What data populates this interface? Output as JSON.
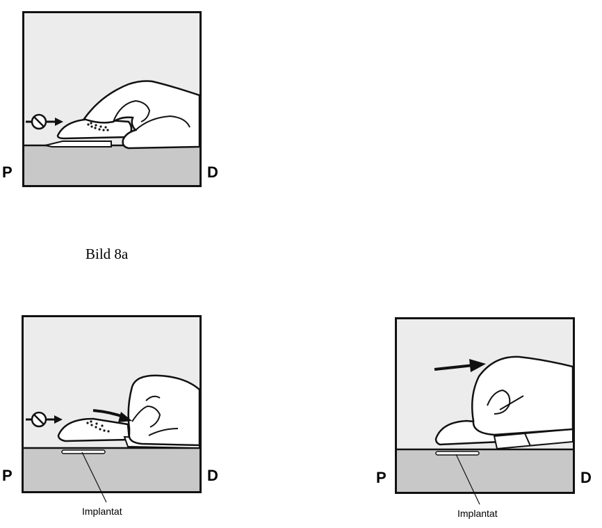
{
  "figures": [
    {
      "caption": "Bild 8a",
      "left_marker": "P",
      "right_marker": "D"
    },
    {
      "left_marker": "P",
      "right_marker": "D",
      "implant_label": "Implantat"
    },
    {
      "left_marker": "P",
      "right_marker": "D",
      "implant_label": "Implantat"
    }
  ],
  "colors": {
    "background": "#ececec",
    "skin": "#c8c8c8",
    "outline": "#111111",
    "hand": "#ffffff"
  },
  "icons": [
    "no-entry-icon",
    "arrow-icon",
    "hand-illustration",
    "injector-device",
    "implant-icon"
  ]
}
